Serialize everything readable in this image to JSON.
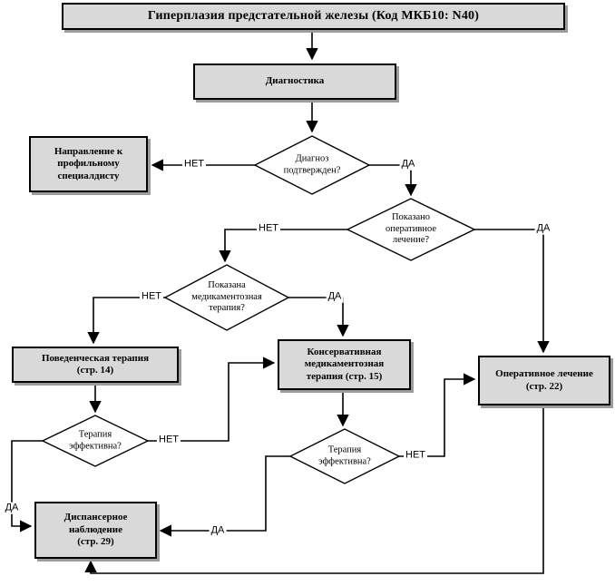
{
  "diagram": {
    "title": "Гиперплазия предстательной железы (Код МКБ10: N40)",
    "boxes": {
      "diagnostics": "Диагностика",
      "referral": "Направление к\nпрофильному\nспециалдисту",
      "behavioral": "Поведенческая терапия\n(стр. 14)",
      "conservative": "Консервативная\nмедикаментозная\nтерапия (стр. 15)",
      "surgical": "Оперативное лечение\n(стр. 22)",
      "dispensary": "Диспансерное\nнаблюдение\n(стр. 29)"
    },
    "decisions": {
      "diagnosis_confirmed": "Диагноз\nподтвержден?",
      "surgery_indicated": "Показано\nоперативное\nлечение?",
      "medication_indicated": "Показана\nмедикаментозная\nтерапия?",
      "therapy_effective_left": "Терапия\nэффективна?",
      "therapy_effective_right": "Терапия\nэффективна?"
    },
    "edge_labels": {
      "yes": "ДА",
      "no": "НЕТ"
    },
    "colors": {
      "box_fill": "#d9d9d9",
      "box_border": "#000000",
      "diamond_fill": "#ffffff",
      "line": "#000000",
      "shadow": "#9c9c9c"
    }
  }
}
